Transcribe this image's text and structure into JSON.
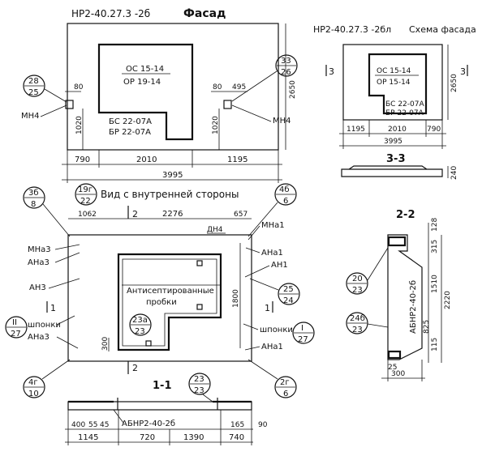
{
  "top_left": {
    "title_code": "НР2-40.27.3 -2б",
    "title_word": "Фасад",
    "window_labels": [
      "ОС 15-14",
      "ОР 19-14"
    ],
    "door_labels": [
      "БС 22-07А",
      "БР 22-07А"
    ],
    "bubble_left": [
      "28",
      "25"
    ],
    "bubble_right": [
      "33",
      "26"
    ],
    "dim_80_left": "80",
    "dim_80_right": "80",
    "dim_495": "495",
    "dim_height": "2650",
    "dim_1020_left": "1020",
    "dim_1020_right": "1020",
    "mn_left": "МН4",
    "mn_right": "МН4",
    "bottom_dims": [
      "790",
      "2010",
      "1195"
    ],
    "total": "3995"
  },
  "top_right": {
    "title_code": "НР2-40.27.3 -2бл",
    "title_word": "Схема фасада",
    "window_labels": [
      "ОС 15-14",
      "ОР 15-14"
    ],
    "door_labels": [
      "БС 22-07А",
      "БР 22-07А"
    ],
    "dim_height": "2650",
    "bottom_dims": [
      "1195",
      "2010",
      "790"
    ],
    "total": "3995",
    "section_title": "3-3",
    "dim_240": "240",
    "sec_mark_left": "3",
    "sec_mark_right": "3"
  },
  "middle": {
    "title": "Вид с внутренней стороны",
    "bubble_3b": [
      "3б",
      "8"
    ],
    "bubble_19g": [
      "19г",
      "22"
    ],
    "bubble_4b": [
      "4б",
      "6"
    ],
    "top_dims": [
      "1062",
      "2276",
      "657"
    ],
    "sec_mark_2": "2",
    "dn4": "ДН4",
    "mna1": "МНа1",
    "ana1_top": "АНа1",
    "an1": "АН1",
    "mna3": "МНа3",
    "ana3_top": "АНа3",
    "an3": "АН3",
    "antiseptic": [
      "Антисептированные",
      "пробки"
    ],
    "bubble_25": [
      "25",
      "24"
    ],
    "bubble_23a": [
      "23а",
      "23"
    ],
    "dim_1800": "1800",
    "dim_300": "300",
    "sec_1": "1",
    "shponki_left": "шпонки",
    "shponki_right": "шпонки",
    "bubble_II": [
      "II",
      "27"
    ],
    "bubble_I": [
      "I",
      "27"
    ],
    "ana3_bottom": "АНа3",
    "ana1_bottom": "АНа1",
    "bubble_4g": [
      "4г",
      "10"
    ],
    "bubble_2g": [
      "2г",
      "6"
    ]
  },
  "section_1_1": {
    "title": "1-1",
    "bubble_23": [
      "23",
      "23"
    ],
    "label": "АБНР2-40-2б",
    "dims_small": [
      "400",
      "55",
      "45"
    ],
    "dims_right": [
      "165",
      "90"
    ],
    "bottom_dims": [
      "1145",
      "720",
      "1390",
      "740"
    ]
  },
  "section_2_2": {
    "title": "2-2",
    "dims_right": [
      "128",
      "315",
      "1510",
      "2220",
      "115"
    ],
    "dim_825": "825",
    "label": "АБНР2-40-2б",
    "bubble_20": [
      "20",
      "23"
    ],
    "bubble_24b": [
      "24б",
      "23"
    ],
    "dims_bottom": [
      "25",
      "300"
    ]
  }
}
